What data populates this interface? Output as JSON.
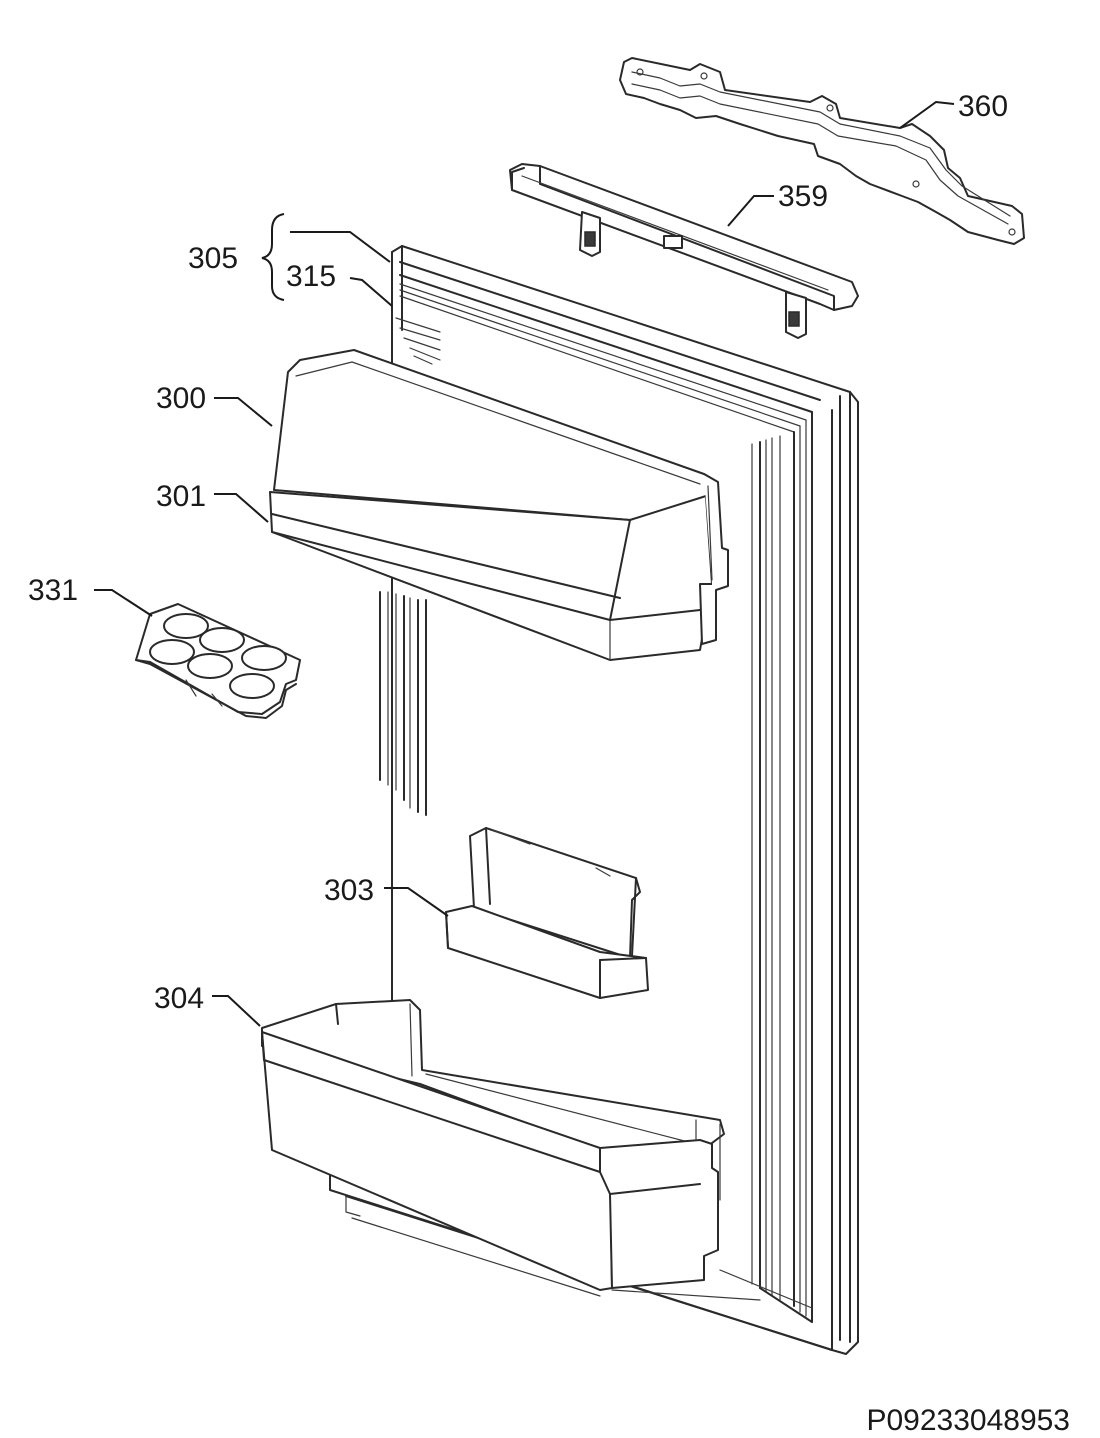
{
  "parts": [
    {
      "id": "p360",
      "label": "360"
    },
    {
      "id": "p359",
      "label": "359"
    },
    {
      "id": "p305",
      "label": "305"
    },
    {
      "id": "p315",
      "label": "315"
    },
    {
      "id": "p300",
      "label": "300"
    },
    {
      "id": "p301",
      "label": "301"
    },
    {
      "id": "p331",
      "label": "331"
    },
    {
      "id": "p303",
      "label": "303"
    },
    {
      "id": "p304",
      "label": "304"
    }
  ],
  "drawing_code": "P09233048953"
}
